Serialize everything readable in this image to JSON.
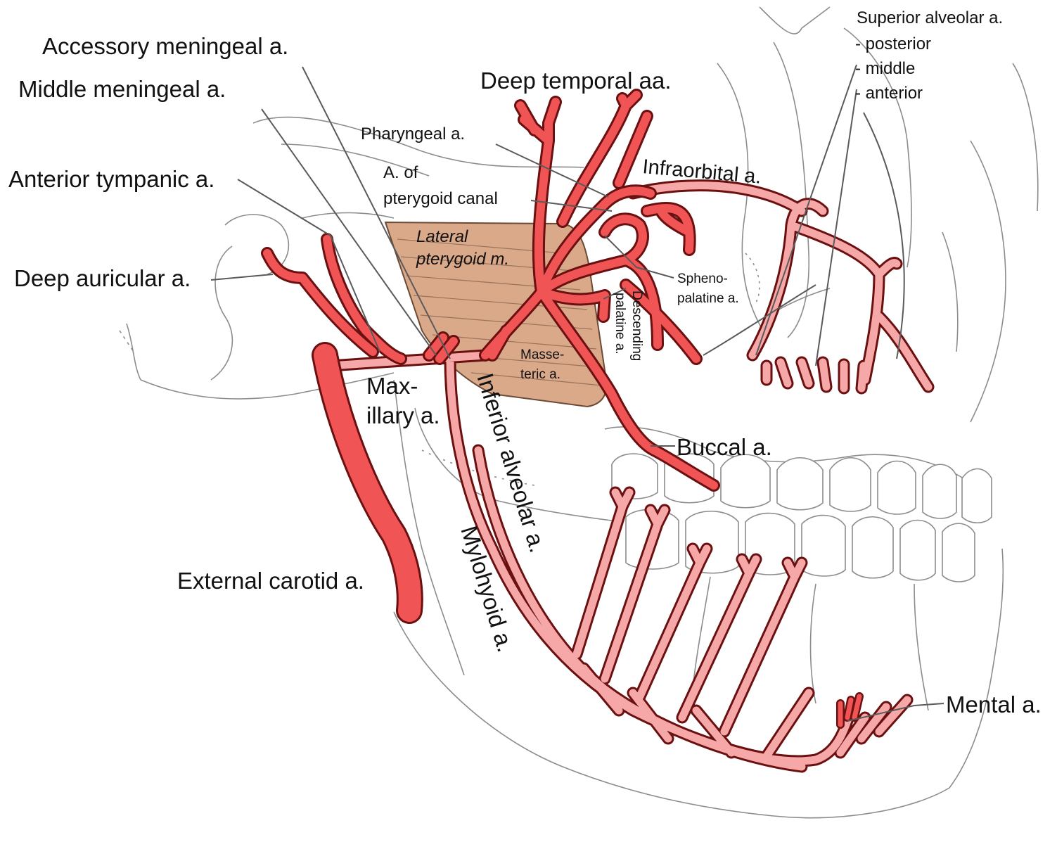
{
  "labels": {
    "superior_alveolar": "Superior alveolar a.",
    "posterior": "- posterior",
    "middle": "- middle",
    "anterior": "- anterior",
    "accessory_meningeal": "Accessory meningeal a.",
    "middle_meningeal": "Middle meningeal a.",
    "deep_temporal": "Deep temporal aa.",
    "pharyngeal": "Pharyngeal a.",
    "anterior_tympanic": "Anterior tympanic a.",
    "pterygoid_canal_1": "A. of",
    "pterygoid_canal_2": "pterygoid canal",
    "infraorbital": "Infraorbital a.",
    "lateral_pterygoid_1": "Lateral",
    "lateral_pterygoid_2": "pterygoid m.",
    "deep_auricular": "Deep auricular a.",
    "spheno_1": "Spheno-",
    "spheno_2": "palatine a.",
    "descending_1": "Descending",
    "descending_2": "palatine a.",
    "masseteric_1": "Masse-",
    "masseteric_2": "teric a.",
    "maxillary_1": "Max-",
    "maxillary_2": "illary a.",
    "inferior_alveolar": "Inferior alveolar a.",
    "buccal": "Buccal a.",
    "mylohyoid": "Mylohyoid a.",
    "external_carotid": "External carotid a.",
    "mental": "Mental a."
  },
  "colors": {
    "artery_main": "#f05454",
    "artery_branch": "#f6a8a8",
    "artery_outline": "#6a1010",
    "muscle": "#d9a98a",
    "bone_line": "#8c8c8c"
  }
}
